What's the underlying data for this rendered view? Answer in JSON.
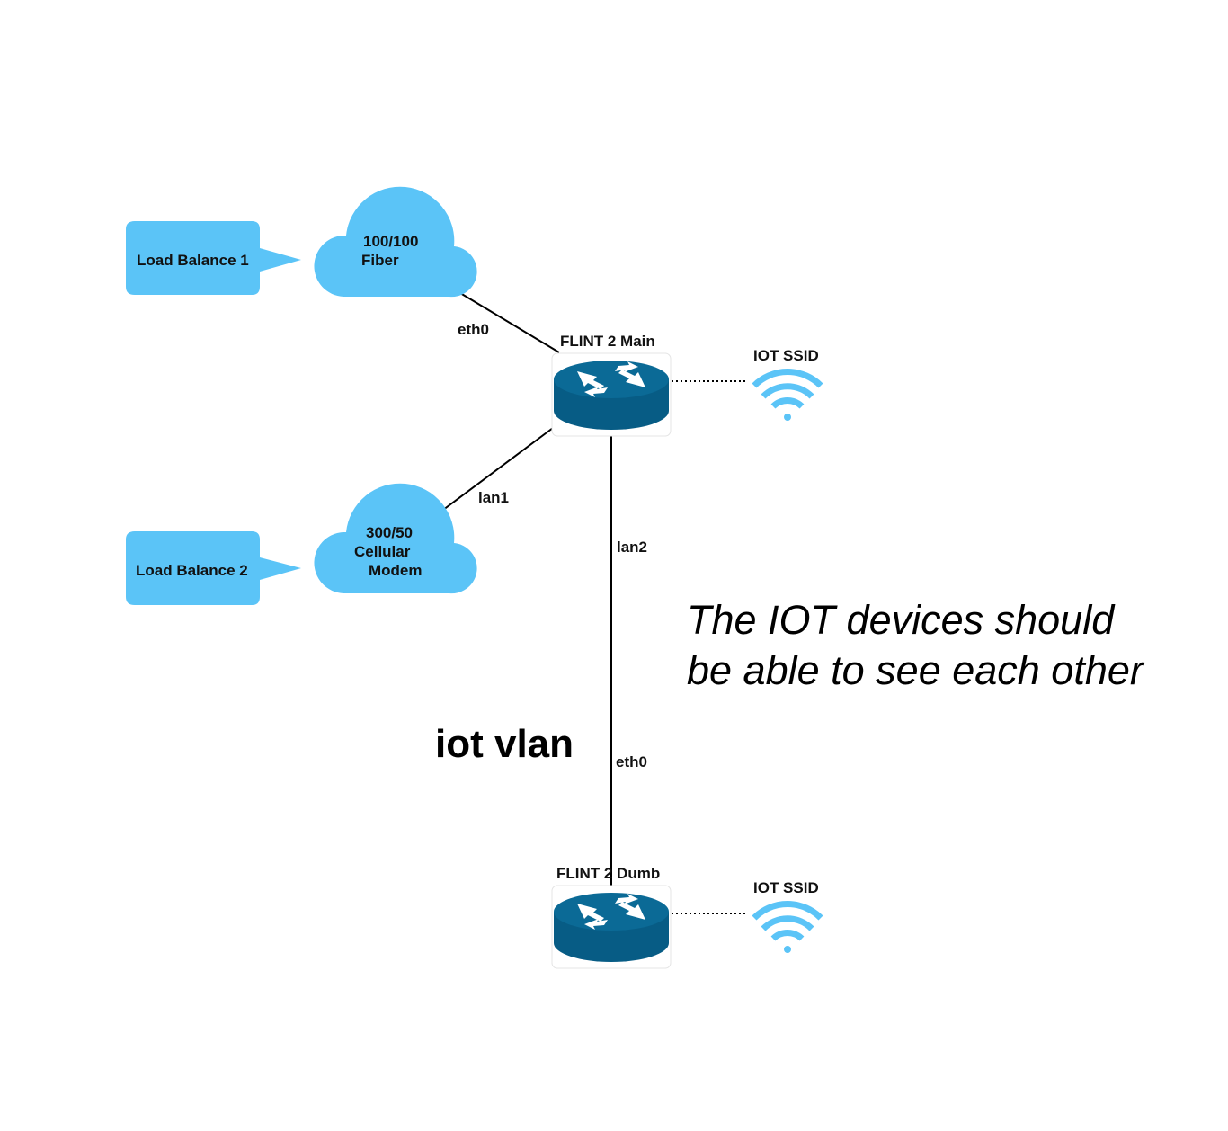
{
  "colors": {
    "cloud": "#5bc4f7",
    "callout": "#5bc4f7",
    "router_top": "#0b6a96",
    "router_side": "#075c85",
    "wifi": "#5bc4f7",
    "link": "#000000"
  },
  "callouts": {
    "lb1": "Load Balance 1",
    "lb2": "Load Balance 2"
  },
  "clouds": {
    "fiber": {
      "line1": "100/100",
      "line2": "Fiber"
    },
    "cellular": {
      "line1": "300/50",
      "line2": "Cellular",
      "line3": "Modem"
    }
  },
  "routers": {
    "main": "FLINT 2 Main",
    "dumb": "FLINT 2 Dumb"
  },
  "wifi": {
    "main_ssid": "IOT SSID",
    "dumb_ssid": "IOT SSID",
    "icon": "wifi-icon"
  },
  "links": {
    "fiber_port": "eth0",
    "cell_port": "lan1",
    "main_to_dumb_port": "lan2",
    "dumb_uplink_port": "eth0"
  },
  "vlan_label": "iot vlan",
  "note": "The IOT devices should be able to see each other"
}
